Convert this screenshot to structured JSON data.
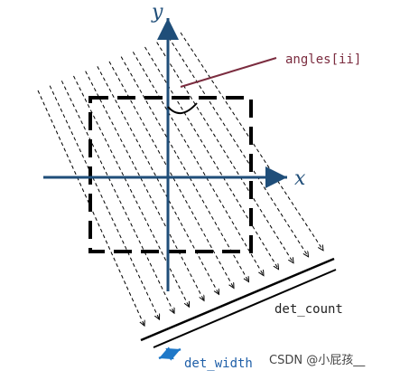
{
  "labels": {
    "angle": "angles[ii]",
    "det_count": "det_count",
    "det_width": "det_width",
    "axis_x": "x",
    "axis_y": "y",
    "watermark": "CSDN @小屁孩__"
  },
  "colors": {
    "axis": "#1f4e79",
    "angle_line": "#7b2c3f",
    "det_width_text": "#1f5fa8",
    "det_width_arrow": "#1f78c8",
    "rays": "#000000",
    "square": "#000000",
    "detector": "#000000"
  },
  "rays": {
    "count": 13
  }
}
